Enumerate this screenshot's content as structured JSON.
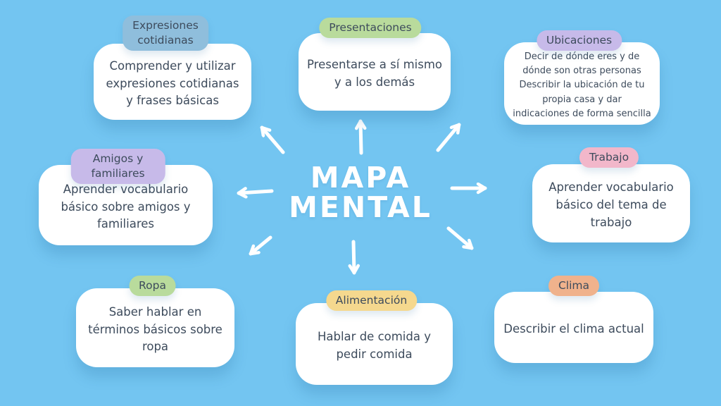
{
  "title": {
    "text": "MAPA\nMENTAL"
  },
  "colors": {
    "background": "#73C5F1",
    "card": "#FFFFFF",
    "text": "#3D4B5C",
    "arrow": "#FFFFFF",
    "label_blue": "#8FBEDC",
    "label_green": "#B9DB9C",
    "label_purple": "#C7BAE9",
    "label_pink": "#F2B7CA",
    "label_yellow": "#F5D88E",
    "label_peach": "#F0B28C"
  },
  "nodes": [
    {
      "id": "expresiones-cotidianas",
      "label": "Expresiones\ncotidianas",
      "text": "Comprender y utilizar expresiones cotidianas y frases básicas",
      "color": "#8FBEDC"
    },
    {
      "id": "presentaciones",
      "label": "Presentaciones",
      "text": "Presentarse a sí mismo y a los demás",
      "color": "#B9DB9C"
    },
    {
      "id": "ubicaciones",
      "label": "Ubicaciones",
      "text": "Decir de dónde eres y de dónde son otras personas\nDescribir la ubicación de tu propia casa y dar indicaciones de forma sencilla",
      "color": "#C7BAE9"
    },
    {
      "id": "amigos-y-familiares",
      "label": "Amigos y familiares",
      "text": "Aprender vocabulario básico sobre amigos y familiares",
      "color": "#C7BAE9"
    },
    {
      "id": "trabajo",
      "label": "Trabajo",
      "text": "Aprender vocabulario básico del tema de trabajo",
      "color": "#F2B7CA"
    },
    {
      "id": "ropa",
      "label": "Ropa",
      "text": "Saber hablar en términos básicos sobre ropa",
      "color": "#B9DB9C"
    },
    {
      "id": "alimentacion",
      "label": "Alimentación",
      "text": "Hablar de comida y pedir comida",
      "color": "#F5D88E"
    },
    {
      "id": "clima",
      "label": "Describir el clima actual",
      "text": "Describir el clima actual",
      "color": "#F0B28C"
    }
  ],
  "arrows": [
    "up-left",
    "up",
    "up-right",
    "left",
    "right",
    "down-left",
    "down",
    "down-right"
  ]
}
